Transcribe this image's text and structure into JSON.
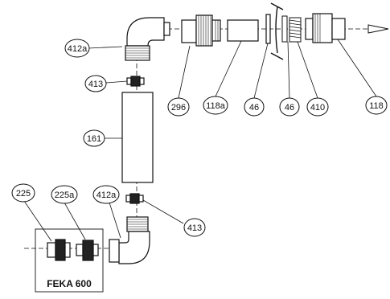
{
  "labels": {
    "elbow_top": "412a",
    "union_top": "296",
    "adapter_118a": "118a",
    "gasket_left": "46",
    "gasket_right": "46",
    "nut_410": "410",
    "connector_118": "118",
    "nipple_top": "413",
    "pipe_161": "161",
    "nipple_bottom": "413",
    "valve_225": "225",
    "valve_225a": "225a",
    "elbow_bottom": "412a"
  },
  "box": {
    "title": "FEKA 600"
  },
  "colors": {
    "line": "#111111",
    "background": "#ffffff"
  }
}
